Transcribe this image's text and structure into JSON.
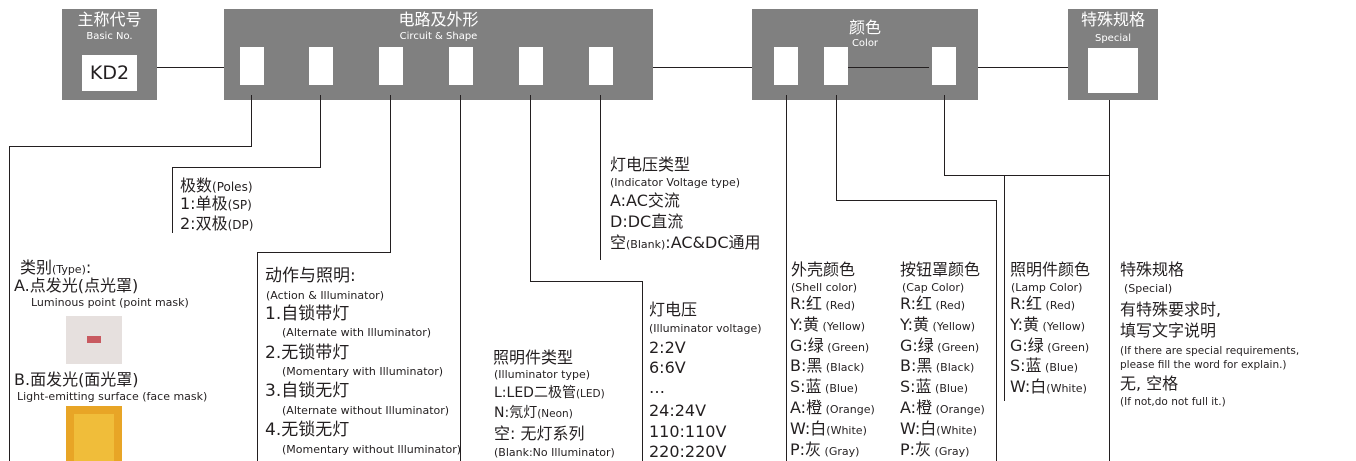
{
  "colors": {
    "box_fill": "#808080",
    "line": "#231f20",
    "text": "#231f20",
    "slot_fill": "#ffffff"
  },
  "header": {
    "basic": {
      "cn": "主称代号",
      "en": "Basic No.",
      "code": "KD2"
    },
    "circuit": {
      "cn": "电路及外形",
      "en": "Circuit  & Shape"
    },
    "color": {
      "cn": "颜色",
      "en": "Color"
    },
    "special": {
      "cn": "特殊规格",
      "en": "Special"
    }
  },
  "poles": {
    "title": "极数",
    "title_en": "(Poles)",
    "items": [
      {
        "code": "1:单极",
        "en": "(SP)"
      },
      {
        "code": "2:双极",
        "en": "(DP)"
      }
    ]
  },
  "type": {
    "title": "类别",
    "title_en": "(Type)",
    "title_colon": ":",
    "a_label": "A.点发光(点光罩)",
    "a_en": "Luminous point (point mask)",
    "b_label": "B.面发光(面光罩)",
    "b_en": "Light-emitting surface (face mask)"
  },
  "action": {
    "title": "动作与照明:",
    "title_en": "(Action &  Illuminator)",
    "items": [
      {
        "cn": "1.自锁带灯",
        "en": "(Alternate with Illuminator)"
      },
      {
        "cn": "2.无锁带灯",
        "en": "(Momentary with Illuminator)"
      },
      {
        "cn": "3.自锁无灯",
        "en": "(Alternate without Illuminator)"
      },
      {
        "cn": "4.无锁无灯",
        "en": "(Momentary without Illuminator)"
      }
    ]
  },
  "illuminator": {
    "title": "照明件类型",
    "title_en": "(Illuminator type)",
    "l_main": "L:LED二极管",
    "l_en": "(LED)",
    "n_main": "N:氖灯",
    "n_en": "(Neon)",
    "blank_cn": "空:  无灯系列",
    "blank_en": "(Blank:No Illuminator)"
  },
  "indicator_voltage": {
    "title": "灯电压类型",
    "title_en": "(Indicator Voltage type)",
    "a": "A:AC交流",
    "d": "D:DC直流",
    "blank_cn1": "空",
    "blank_en": "(Blank)",
    "blank_cn2": ":AC&DC通用"
  },
  "lamp_voltage": {
    "title": "灯电压",
    "title_en": "(Illuminator voltage)",
    "items": [
      "2:2V",
      "6:6V",
      "…",
      "24:24V",
      "110:110V",
      "220:220V"
    ]
  },
  "shell": {
    "title": "外壳颜色",
    "title_en": "(Shell color)",
    "items": [
      {
        "code": "R:",
        "cn": "红",
        "en": " (Red)"
      },
      {
        "code": "Y:",
        "cn": "黄",
        "en": " (Yellow)"
      },
      {
        "code": "G:",
        "cn": "绿",
        "en": " (Green)"
      },
      {
        "code": "B:",
        "cn": "黑",
        "en": " (Black)"
      },
      {
        "code": "S:",
        "cn": "蓝",
        "en": " (Blue)"
      },
      {
        "code": "A:",
        "cn": "橙",
        "en": " (Orange)"
      },
      {
        "code": "W:",
        "cn": "白",
        "en": "(White)"
      },
      {
        "code": "P:",
        "cn": "灰",
        "en": " (Gray)"
      }
    ]
  },
  "cap": {
    "title": "按钮罩颜色",
    "title_en": "(Cap Color)",
    "items": [
      {
        "code": "R:",
        "cn": "红",
        "en": " (Red)"
      },
      {
        "code": "Y:",
        "cn": "黄",
        "en": " (Yellow)"
      },
      {
        "code": "G:",
        "cn": "绿",
        "en": " (Green)"
      },
      {
        "code": "B:",
        "cn": "黑",
        "en": " (Black)"
      },
      {
        "code": "S:",
        "cn": "蓝",
        "en": " (Blue)"
      },
      {
        "code": "A:",
        "cn": "橙",
        "en": " (Orange)"
      },
      {
        "code": "W:",
        "cn": "白",
        "en": "(White)"
      },
      {
        "code": "P:",
        "cn": "灰",
        "en": " (Gray)"
      }
    ]
  },
  "lamp_color": {
    "title": "照明件颜色",
    "title_en": "(Lamp Color)",
    "items": [
      {
        "code": "R:",
        "cn": "红",
        "en": " (Red)"
      },
      {
        "code": "Y:",
        "cn": "黄",
        "en": " (Yellow)"
      },
      {
        "code": "G:",
        "cn": "绿",
        "en": " (Green)"
      },
      {
        "code": "S:",
        "cn": "蓝",
        "en": " (Blue)"
      },
      {
        "code": "W:",
        "cn": "白",
        "en": "(White)"
      }
    ]
  },
  "special_spec": {
    "title": "特殊规格",
    "title_en": "(Special)",
    "line1": "有特殊要求时,",
    "line2": "填写文字说明",
    "en1": "(If there are special requirements,",
    "en2": "please fill the word for explain.)",
    "none": "无, 空格",
    "none_en": "(If not,do not full it.)"
  }
}
